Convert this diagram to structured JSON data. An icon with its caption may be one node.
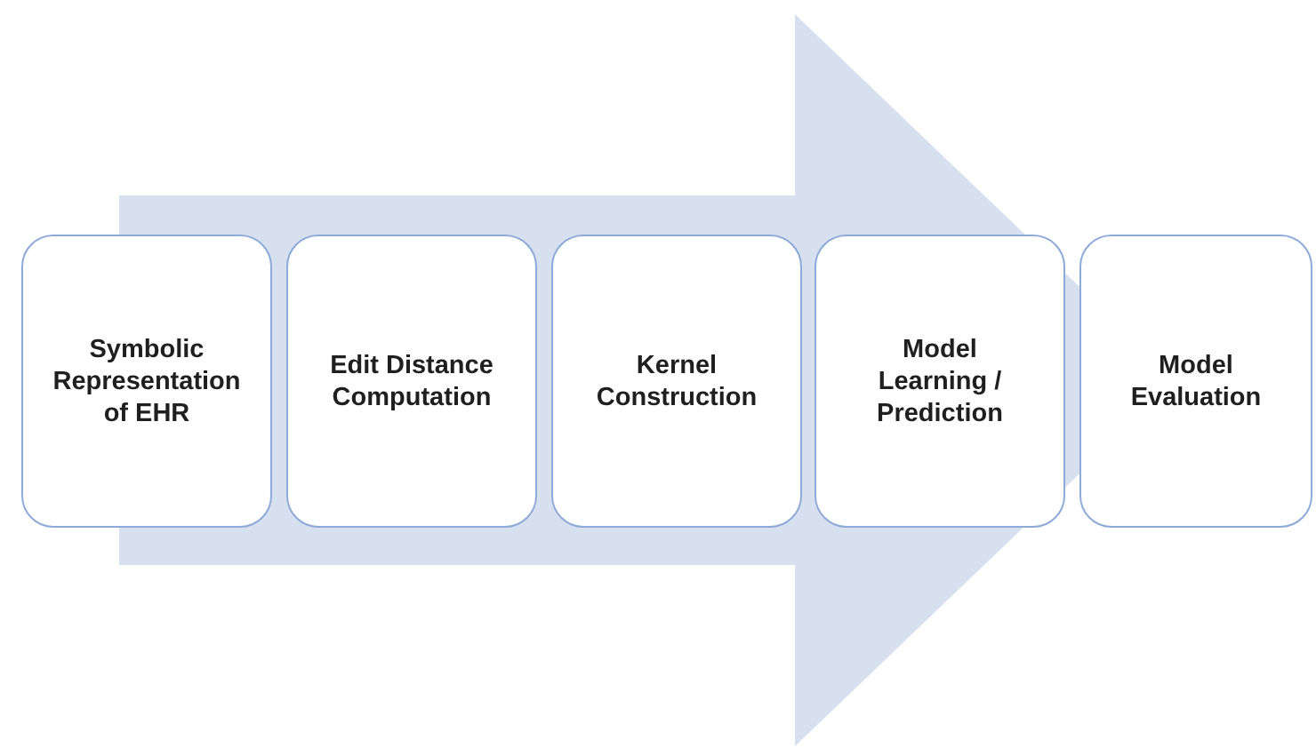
{
  "diagram": {
    "nodes": [
      {
        "text": [
          "Symbolic Representation of EHR"
        ]
      },
      {
        "text": [
          "Edit Distance Computation"
        ]
      },
      {
        "text": [
          "Kernel Construction"
        ]
      },
      {
        "text": [
          "Model Learning / Prediction"
        ]
      },
      {
        "text": [
          "Model Evaluation"
        ]
      }
    ],
    "edges": [
      {
        "from": 0,
        "to": 4,
        "arrow": "to"
      }
    ]
  }
}
